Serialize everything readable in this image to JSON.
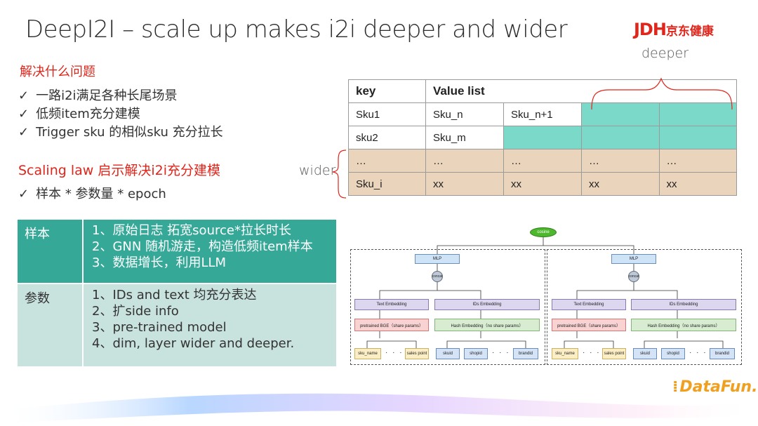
{
  "title": "DeepI2I – scale up makes i2i deeper and wider",
  "logo": {
    "latin": "JDH",
    "cn": "京东健康"
  },
  "section1": {
    "heading": "解决什么问题",
    "items": [
      "一路i2i满足各种长尾场景",
      "低频item充分建模",
      "Trigger sku 的相似sku 充分拉长"
    ]
  },
  "section2": {
    "heading": "Scaling law 启示解决i2i充分建模",
    "items": [
      "样本 * 参数量 * epoch"
    ]
  },
  "kv_table": {
    "headers": [
      "key",
      "Value list"
    ],
    "rows": [
      [
        "Sku1",
        "Sku_n",
        "Sku_n+1",
        "",
        ""
      ],
      [
        "sku2",
        "Sku_m",
        "",
        "",
        ""
      ],
      [
        "…",
        "…",
        "…",
        "…",
        "…"
      ],
      [
        "Sku_i",
        "xx",
        "xx",
        "xx",
        "xx"
      ]
    ]
  },
  "labels": {
    "deeper": "deeper",
    "wider": "wider"
  },
  "green_table": {
    "row1": {
      "head": "样本",
      "lines": [
        "1、原始日志 拓宽source*拉长时长",
        "2、GNN 随机游走，构造低频item样本",
        "3、数据增长，利用LLM"
      ]
    },
    "row2": {
      "head": "参数",
      "lines": [
        "1、IDs and text 均充分表达",
        "2、扩side info",
        "3、pre-trained model",
        "4、dim, layer wider and deeper."
      ]
    }
  },
  "diagram": {
    "cosine": "cosine",
    "mlp": "MLP",
    "concat": "concat",
    "text_embedding": "Text Embedding",
    "ids_embedding": "IDs Embedding",
    "bge": "pretrained BGE（share params）",
    "hash": "Hash Embedding（no share params）",
    "inputs_text": [
      "sku_name",
      "sales point"
    ],
    "inputs_ids": [
      "skuid",
      "shopid",
      "brandid"
    ],
    "ellipsis": "· · · ·"
  },
  "brand": "DataFun.",
  "colors": {
    "accent_red": "#e0251b",
    "teal": "#7bd9c9",
    "tan": "#ead4bc",
    "green_dark": "#35a898",
    "green_light": "#c8e2de"
  }
}
